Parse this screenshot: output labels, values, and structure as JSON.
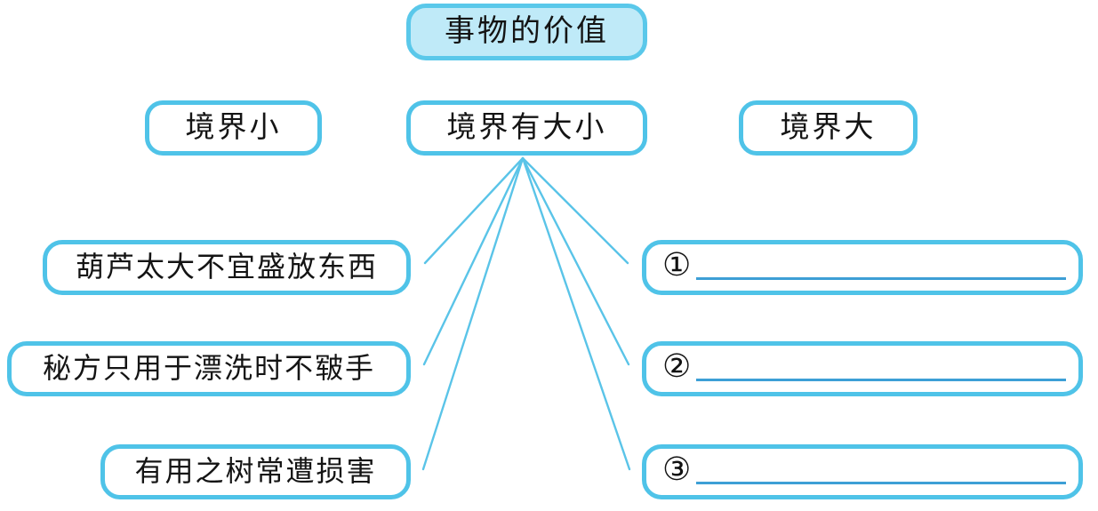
{
  "diagram": {
    "title": "事物的价值",
    "categories": [
      {
        "id": "small",
        "label": "境界小"
      },
      {
        "id": "both",
        "label": "境界有大小"
      },
      {
        "id": "large",
        "label": "境界大"
      }
    ],
    "statements": [
      {
        "id": 1,
        "label": "葫芦太大不宜盛放东西"
      },
      {
        "id": 2,
        "label": "秘方只用于漂洗时不皲手"
      },
      {
        "id": 3,
        "label": "有用之树常遭损害"
      }
    ],
    "blanks": [
      {
        "id": 1,
        "marker": "①",
        "value": ""
      },
      {
        "id": 2,
        "marker": "②",
        "value": ""
      },
      {
        "id": 3,
        "marker": "③",
        "value": ""
      }
    ],
    "colors": {
      "border": "#4fc3e8",
      "title_fill": "#bfeaf8",
      "title_border": "#5ac8ea",
      "connector": "#5ac4e8",
      "fill_line": "#3d9fd6",
      "text": "#141414"
    }
  }
}
